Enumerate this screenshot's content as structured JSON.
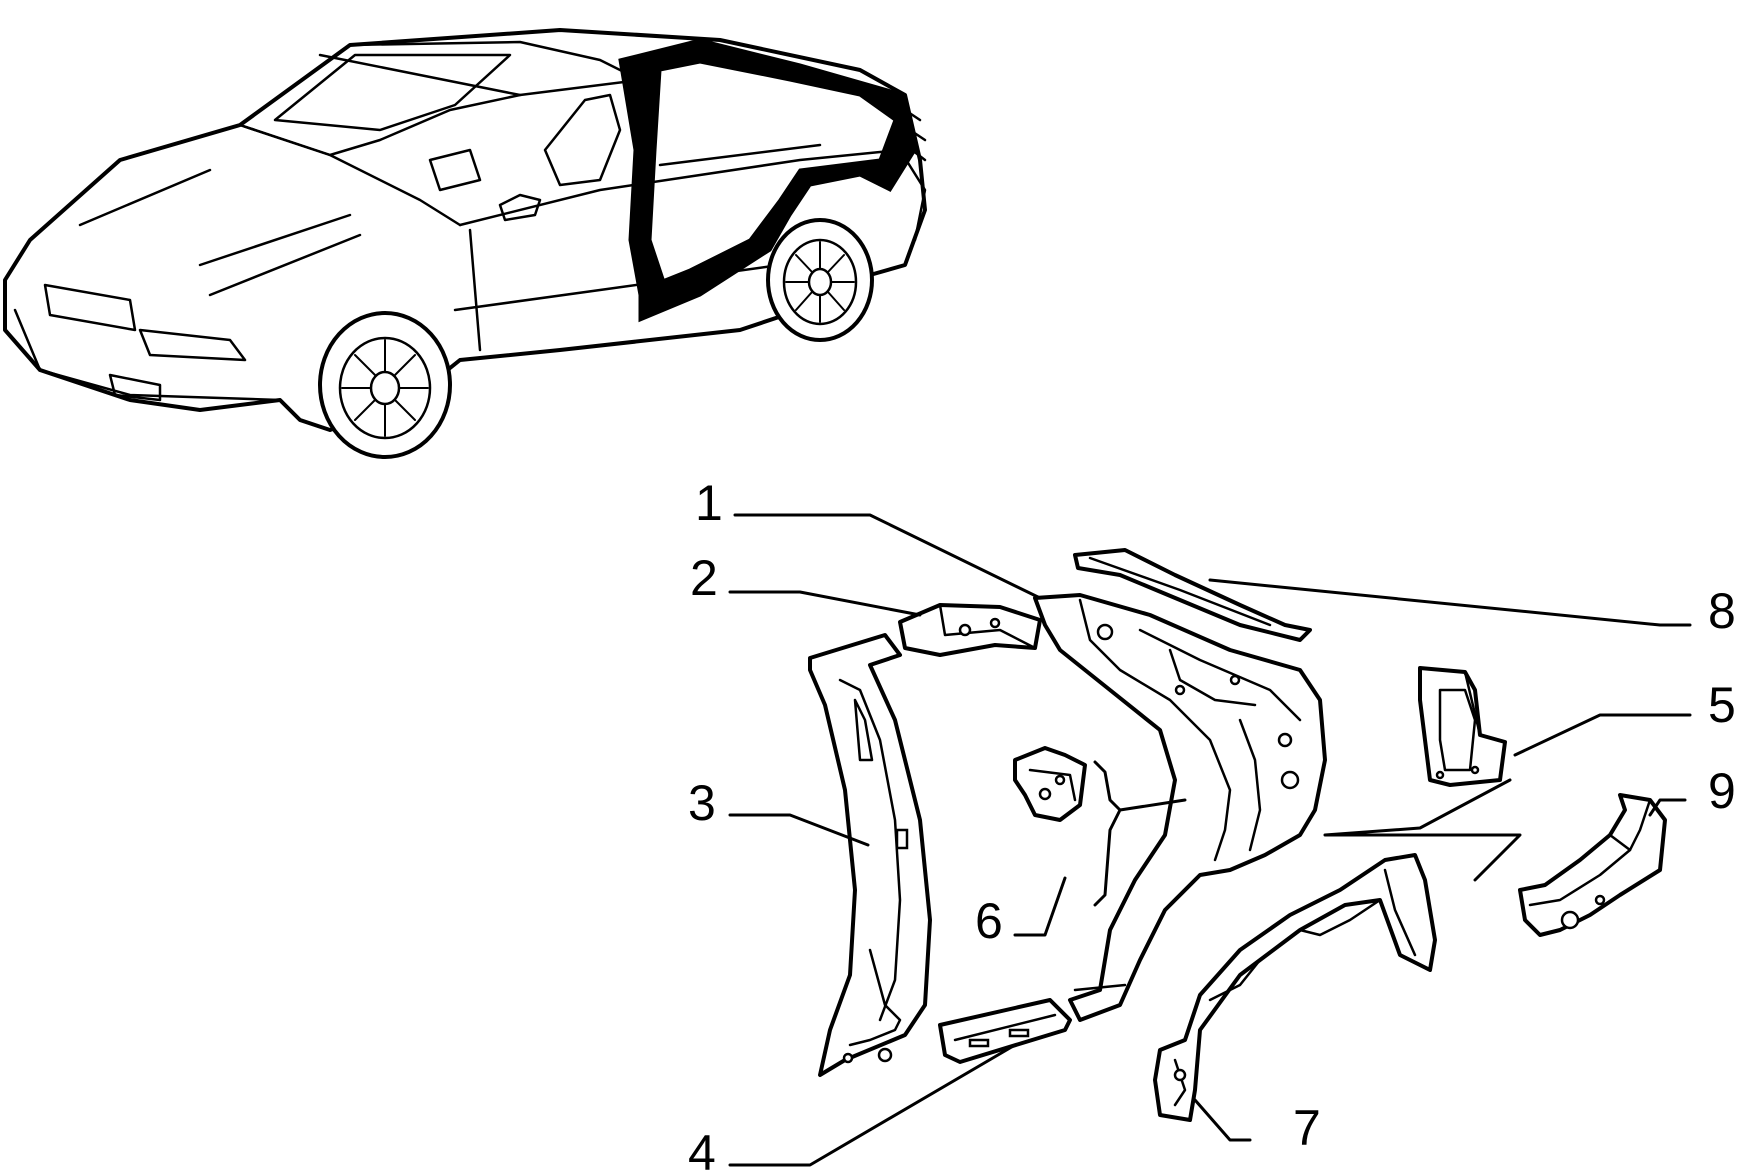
{
  "callouts": {
    "c1": "1",
    "c2": "2",
    "c3": "3",
    "c4": "4",
    "c5": "5",
    "c6": "6",
    "c7": "7",
    "c8": "8",
    "c9": "9"
  },
  "colors": {
    "line": "#000000",
    "background": "#ffffff",
    "highlight": "#000000"
  }
}
